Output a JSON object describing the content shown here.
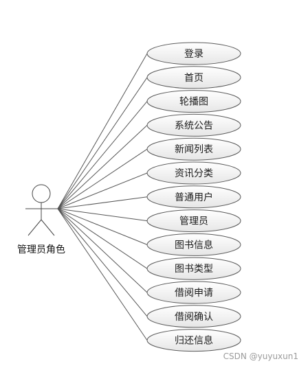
{
  "actor": {
    "label": "管理员角色",
    "icon": "stick-figure-actor-icon"
  },
  "use_cases": [
    {
      "label": "登录"
    },
    {
      "label": "首页"
    },
    {
      "label": "轮播图"
    },
    {
      "label": "系统公告"
    },
    {
      "label": "新闻列表"
    },
    {
      "label": "资讯分类"
    },
    {
      "label": "普通用户"
    },
    {
      "label": "管理员"
    },
    {
      "label": "图书信息"
    },
    {
      "label": "图书类型"
    },
    {
      "label": "借阅申请"
    },
    {
      "label": "借阅确认"
    },
    {
      "label": "归还信息"
    }
  ],
  "watermark": "CSDN @yuyuxun1",
  "colors": {
    "ellipse_fill_top": "#ffffff",
    "ellipse_fill_bottom": "#e6e6e6",
    "stroke": "#555555"
  }
}
